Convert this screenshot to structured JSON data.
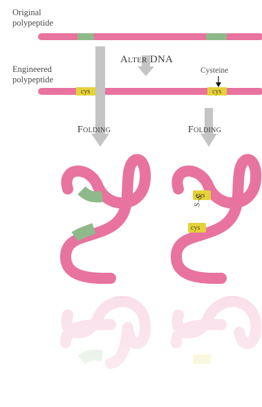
{
  "labels": {
    "original_line1": "Original",
    "original_line2": "polypeptide",
    "engineered_line1": "Engineered",
    "engineered_line2": "polypeptide",
    "alter_dna": "Alter DNA",
    "cysteine": "Cysteine",
    "folding_left": "Folding",
    "folding_right": "Folding",
    "cys": "cys",
    "ss": "S–S"
  },
  "colors": {
    "chain": "#e8739f",
    "chain_light": "#f4b8cd",
    "green_segment": "#8fb98a",
    "cys_yellow": "#e4d23a",
    "arrow_gray": "#c4c4c4",
    "text": "#3a3a3a"
  }
}
